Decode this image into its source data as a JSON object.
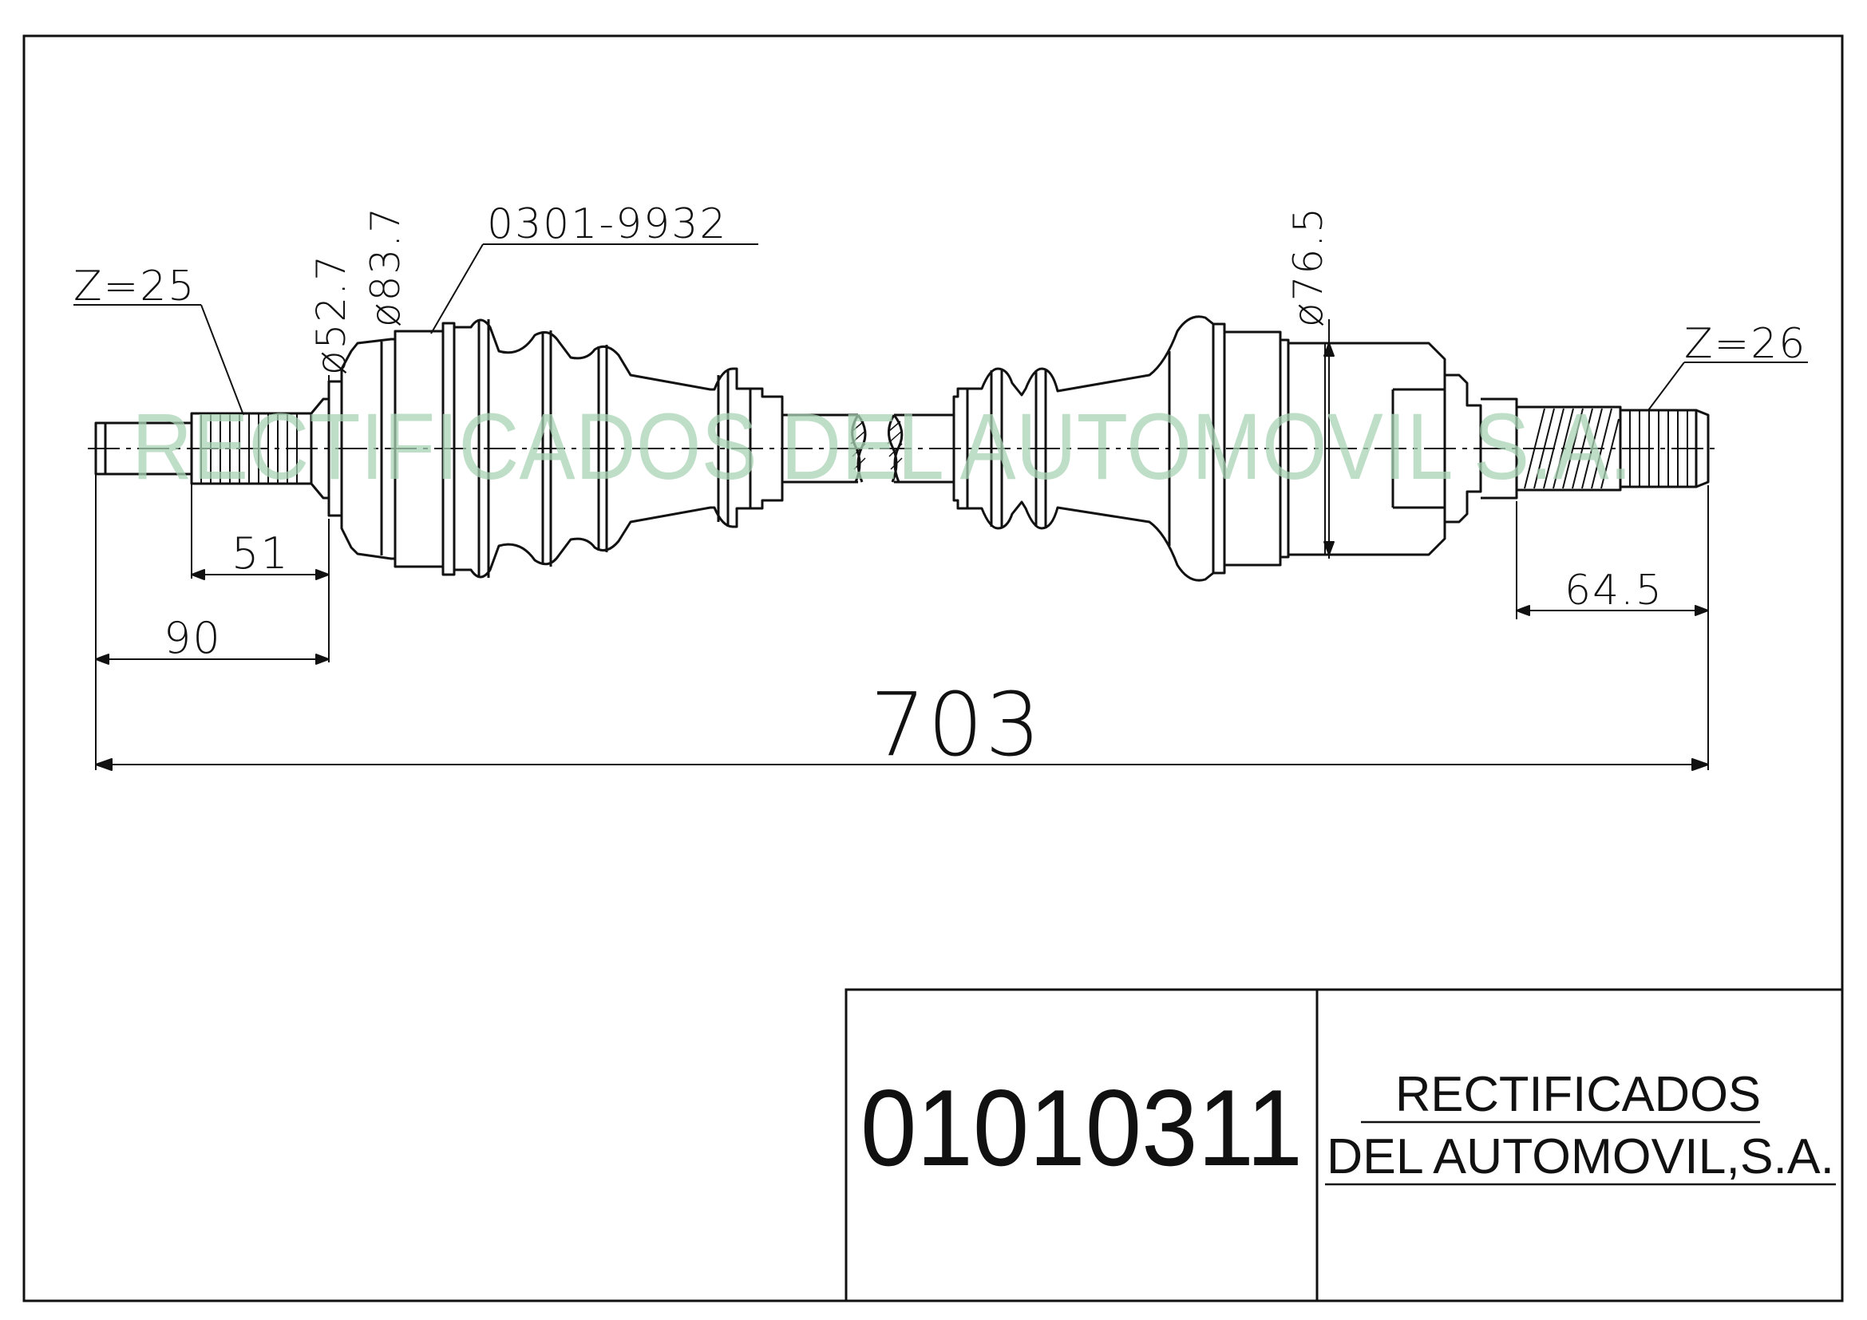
{
  "watermark": {
    "text": "RECTIFICADOS DEL AUTOMOVIL S.A.",
    "color": "#a8d3b4"
  },
  "drawing": {
    "line_color": "#111111",
    "left_spline_teeth": "Z=25",
    "right_spline_teeth": "Z=26",
    "diameter_inner_boot": "ø52.7",
    "diameter_outer_joint": "ø83.7",
    "diameter_inner_joint": "ø76.5",
    "boot_kit_ref": "0301-9932",
    "dim_spline_left": "51",
    "dim_stub_left": "90",
    "dim_stub_right": "64.5",
    "dim_overall": "703"
  },
  "title_block": {
    "part_number": "01010311",
    "company_line1": "RECTIFICADOS",
    "company_line2": "DEL AUTOMOVIL,S.A."
  }
}
